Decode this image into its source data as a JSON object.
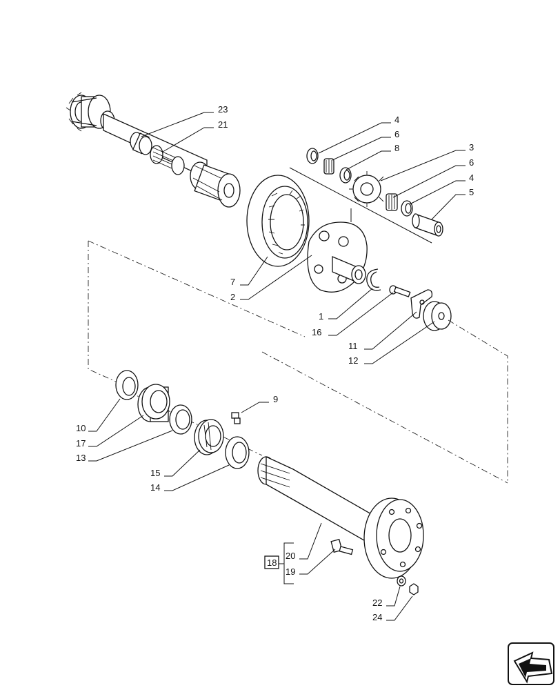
{
  "callouts": [
    {
      "id": "c23",
      "text": "23"
    },
    {
      "id": "c21",
      "text": "21"
    },
    {
      "id": "c4a",
      "text": "4"
    },
    {
      "id": "c6a",
      "text": "6"
    },
    {
      "id": "c8",
      "text": "8"
    },
    {
      "id": "c3",
      "text": "3"
    },
    {
      "id": "c6b",
      "text": "6"
    },
    {
      "id": "c4b",
      "text": "4"
    },
    {
      "id": "c5",
      "text": "5"
    },
    {
      "id": "c7",
      "text": "7"
    },
    {
      "id": "c2",
      "text": "2"
    },
    {
      "id": "c1",
      "text": "1"
    },
    {
      "id": "c16",
      "text": "16"
    },
    {
      "id": "c11",
      "text": "11"
    },
    {
      "id": "c12",
      "text": "12"
    },
    {
      "id": "c9",
      "text": "9"
    },
    {
      "id": "c10",
      "text": "10"
    },
    {
      "id": "c17",
      "text": "17"
    },
    {
      "id": "c13",
      "text": "13"
    },
    {
      "id": "c15",
      "text": "15"
    },
    {
      "id": "c14",
      "text": "14"
    },
    {
      "id": "c20",
      "text": "20"
    },
    {
      "id": "c19",
      "text": "19"
    },
    {
      "id": "c22",
      "text": "22"
    },
    {
      "id": "c24",
      "text": "24"
    }
  ],
  "kit_label": "18",
  "icons": {
    "nav": "prev-arrow-icon"
  }
}
